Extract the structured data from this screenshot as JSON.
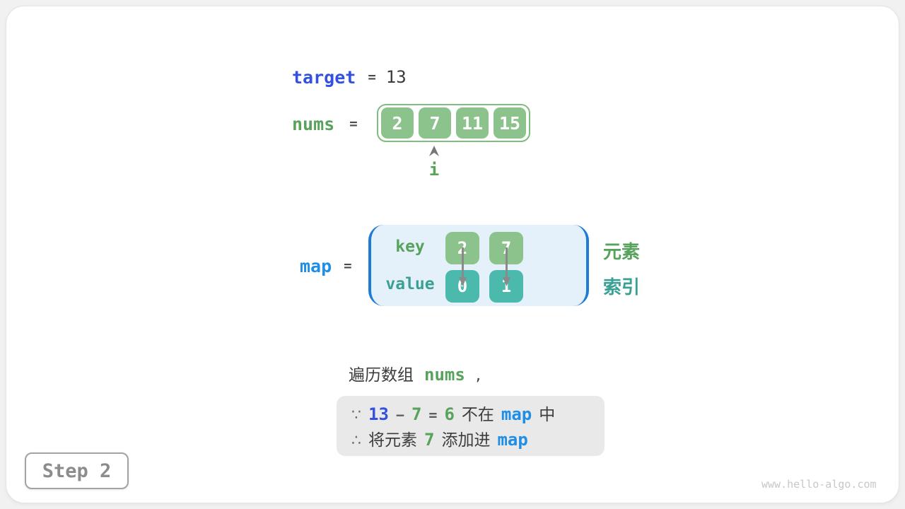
{
  "colors": {
    "accent_blue": "#3351DE",
    "code_blue": "#1E8EE6",
    "green_text": "#58A35C",
    "teal_text": "#3AA094",
    "box_green": "#8CC28C",
    "box_teal": "#4CB9AD",
    "array_border": "#7FBD7F",
    "map_bg": "#E4F1FA",
    "bracket_blue": "#1F7CD4"
  },
  "target": {
    "label": "target",
    "eq": "=",
    "value": "13"
  },
  "nums": {
    "label": "nums",
    "eq": "=",
    "values": [
      "2",
      "7",
      "11",
      "15"
    ],
    "pointer_label": "i"
  },
  "map": {
    "label": "map",
    "eq": "=",
    "key_label": "key",
    "value_label": "value",
    "keys": [
      "2",
      "7"
    ],
    "values": [
      "0",
      "1"
    ],
    "element_label": "元素",
    "index_label": "索引"
  },
  "caption": {
    "prefix": "遍历数组",
    "code": "nums",
    "suffix": ","
  },
  "reasoning": {
    "because": "∵",
    "therefore": "∴",
    "line1": {
      "target_value": "13",
      "minus": "−",
      "element": "7",
      "eq": "=",
      "diff": "6",
      "not_in": "不在",
      "map_code": "map",
      "in_suffix": "中"
    },
    "line2": {
      "prefix": "将元素",
      "element": "7",
      "suffix": "添加进",
      "map_code": "map"
    }
  },
  "step": {
    "label": "Step 2"
  },
  "watermark": "www.hello-algo.com"
}
